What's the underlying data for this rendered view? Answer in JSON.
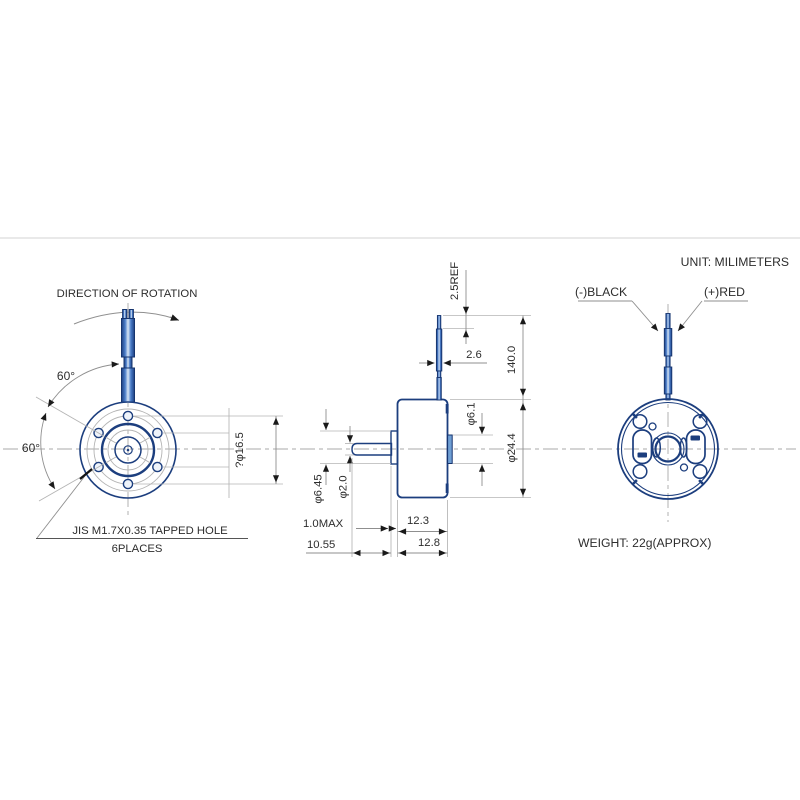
{
  "drawing": {
    "unit_note": "UNIT: MILIMETERS",
    "weight_note": "WEIGHT: 22g(APPROX)",
    "front_view": {
      "title": "DIRECTION OF ROTATION",
      "angle_upper": "60°",
      "angle_lower": "60°",
      "pitch_circle_dia": "?φ16.5",
      "tapped_hole_line1": "JIS M1.7X0.35 TAPPED HOLE",
      "tapped_hole_line2": "6PLACES"
    },
    "side_view": {
      "lead_exposed_len": "2.5REF",
      "lead_dia": "2.6",
      "lead_len": "140.0",
      "rear_boss_dia": "φ6.1",
      "body_dia": "φ24.4",
      "front_boss_dia": "φ6.45",
      "shaft_dia": "φ2.0",
      "boss_protrusion": "1.0MAX",
      "body_len": "12.3",
      "shaft_len": "10.55",
      "overall_len": "12.8"
    },
    "rear_view": {
      "negative_lead": "(-)BLACK",
      "positive_lead": "(+)RED"
    },
    "colors": {
      "outline_navy": "#1c3e7e",
      "lead_blue": "#4a7dc9",
      "dim_gray": "#8f8f8f",
      "text_dark": "#2d2d2d"
    }
  }
}
